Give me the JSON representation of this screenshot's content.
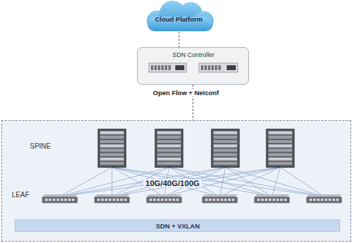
{
  "diagram": {
    "nodes": [
      {
        "text": [
          "Cloud Platform"
        ]
      },
      {
        "text": [
          "SDN Controller"
        ]
      },
      {
        "text": [
          "SPINE",
          "LEAF",
          "10G/40G/100G"
        ]
      },
      {
        "text": [
          "SDN + VXLAN"
        ],
        "in": 2
      }
    ],
    "edges": [
      {
        "from": 0,
        "to": 1,
        "arrow": "none"
      },
      {
        "from": 1,
        "to": 2,
        "arrow": "none",
        "label": "Open Flow + Netconf"
      }
    ]
  }
}
